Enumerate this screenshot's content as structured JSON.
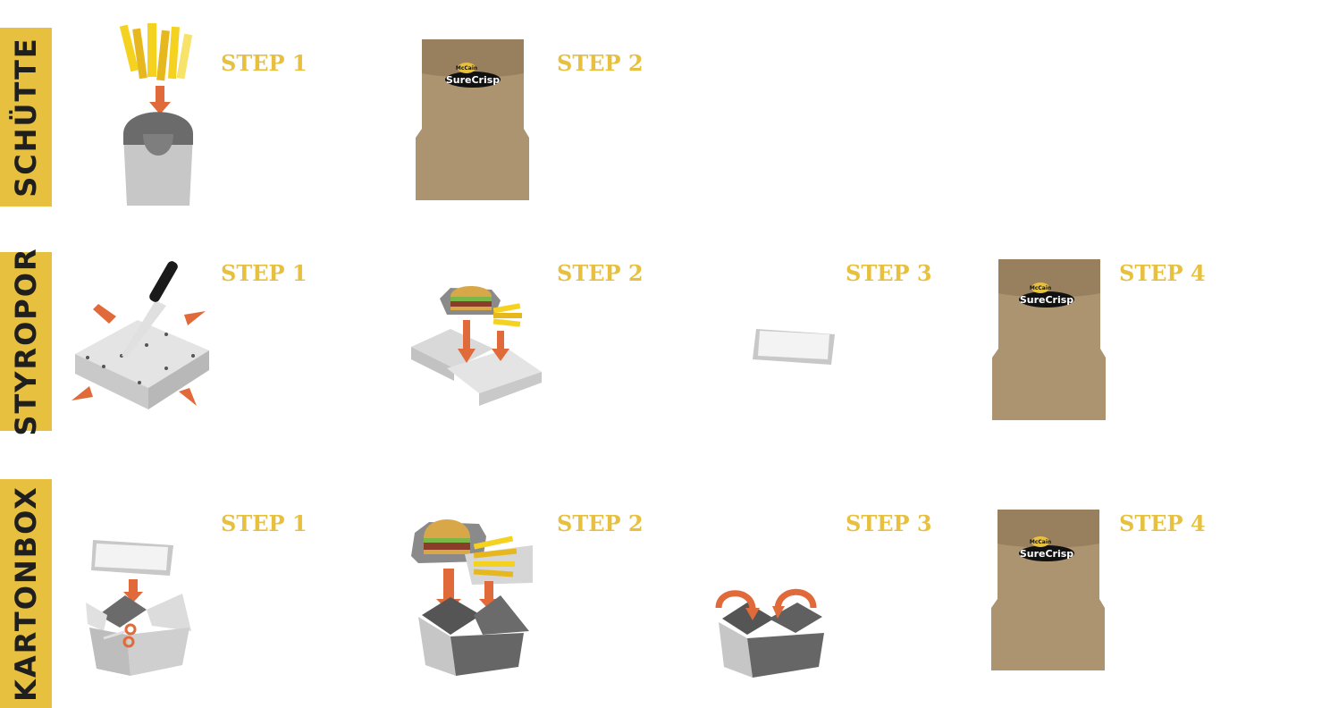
{
  "rows": [
    {
      "label": "SCHÜTTE",
      "steps": [
        "STEP 1",
        "STEP 2"
      ]
    },
    {
      "label": "STYROPOR",
      "steps": [
        "STEP 1",
        "STEP 2",
        "STEP 3",
        "STEP 4"
      ]
    },
    {
      "label": "KARTONBOX",
      "steps": [
        "STEP 1",
        "STEP 2",
        "STEP 3",
        "STEP 4"
      ]
    }
  ],
  "brand": {
    "logo_top": "McCain",
    "logo_main": "SureCrisp"
  },
  "colors": {
    "accent": "#e8c03f",
    "arrow": "#e06a3a",
    "bag": "#ad9470",
    "bag_fold": "#98805e",
    "box_dark": "#6b6b6b",
    "box_light": "#c9c9c9",
    "fries": "#f5d21f"
  }
}
